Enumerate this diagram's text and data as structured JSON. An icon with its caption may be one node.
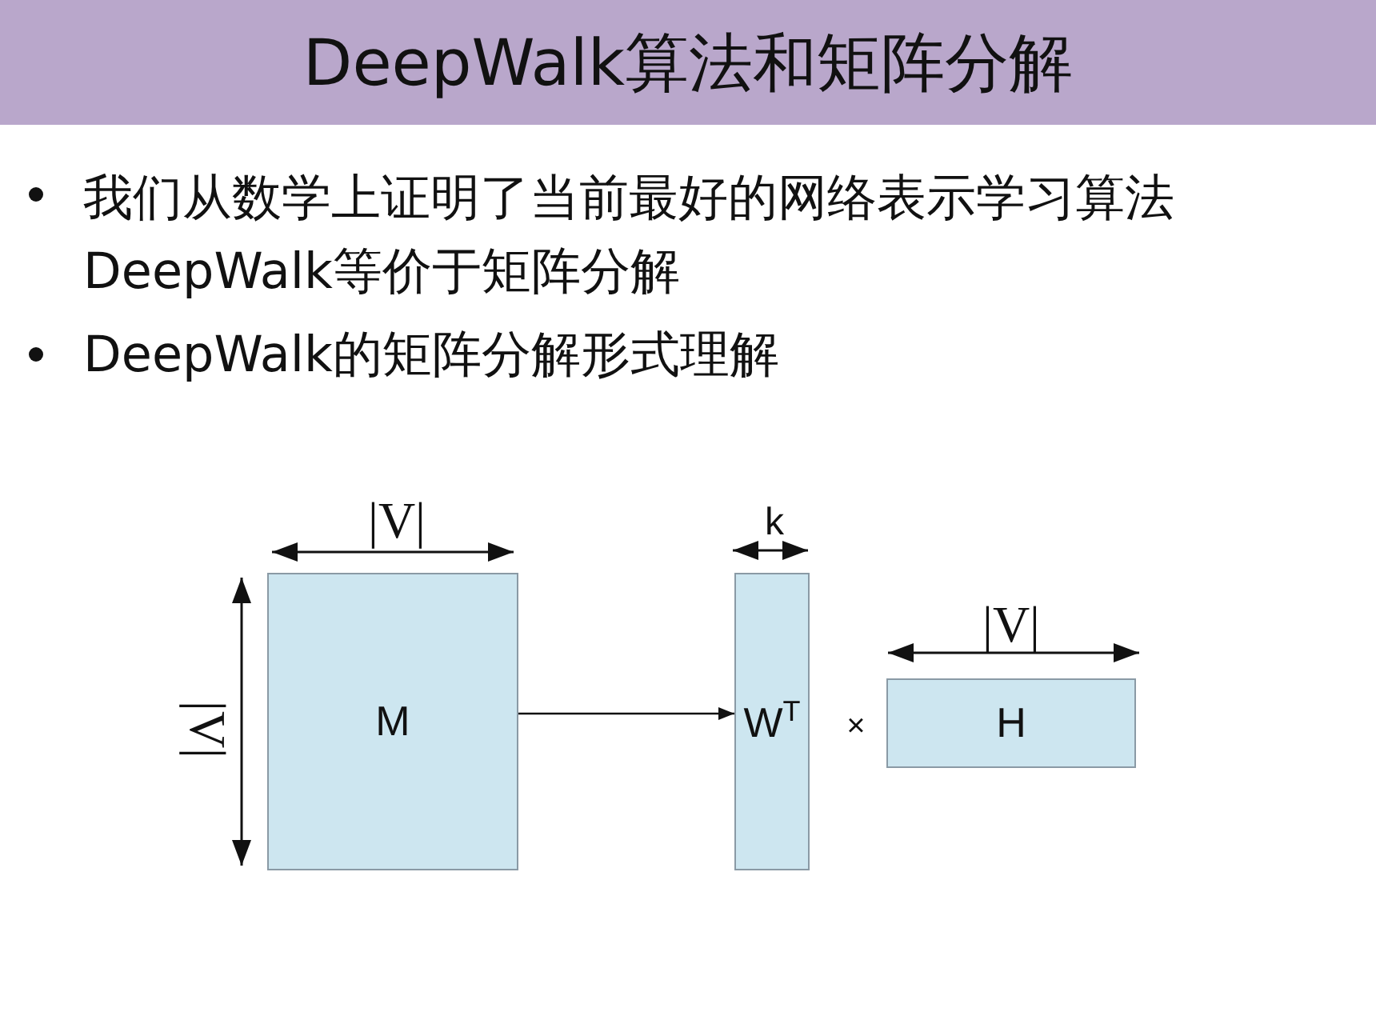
{
  "diagram": {
    "title": "DeepWalk算法和矩阵分解",
    "nodes": [
      {
        "text": [
          "M"
        ]
      },
      {
        "text": [
          "W$^{T}$"
        ]
      },
      {
        "text": [
          "H"
        ]
      }
    ],
    "edges": [
      {
        "from": 0,
        "to": 1,
        "arrow": "to"
      }
    ],
    "labels": [
      "我们从数学上证明了当前最好的网络表示学习算法DeepWalk等价于矩阵分解",
      "DeepWalk的矩阵分解形式理解",
      "|V|",
      "k",
      "|V|",
      "|V|",
      "×"
    ]
  }
}
